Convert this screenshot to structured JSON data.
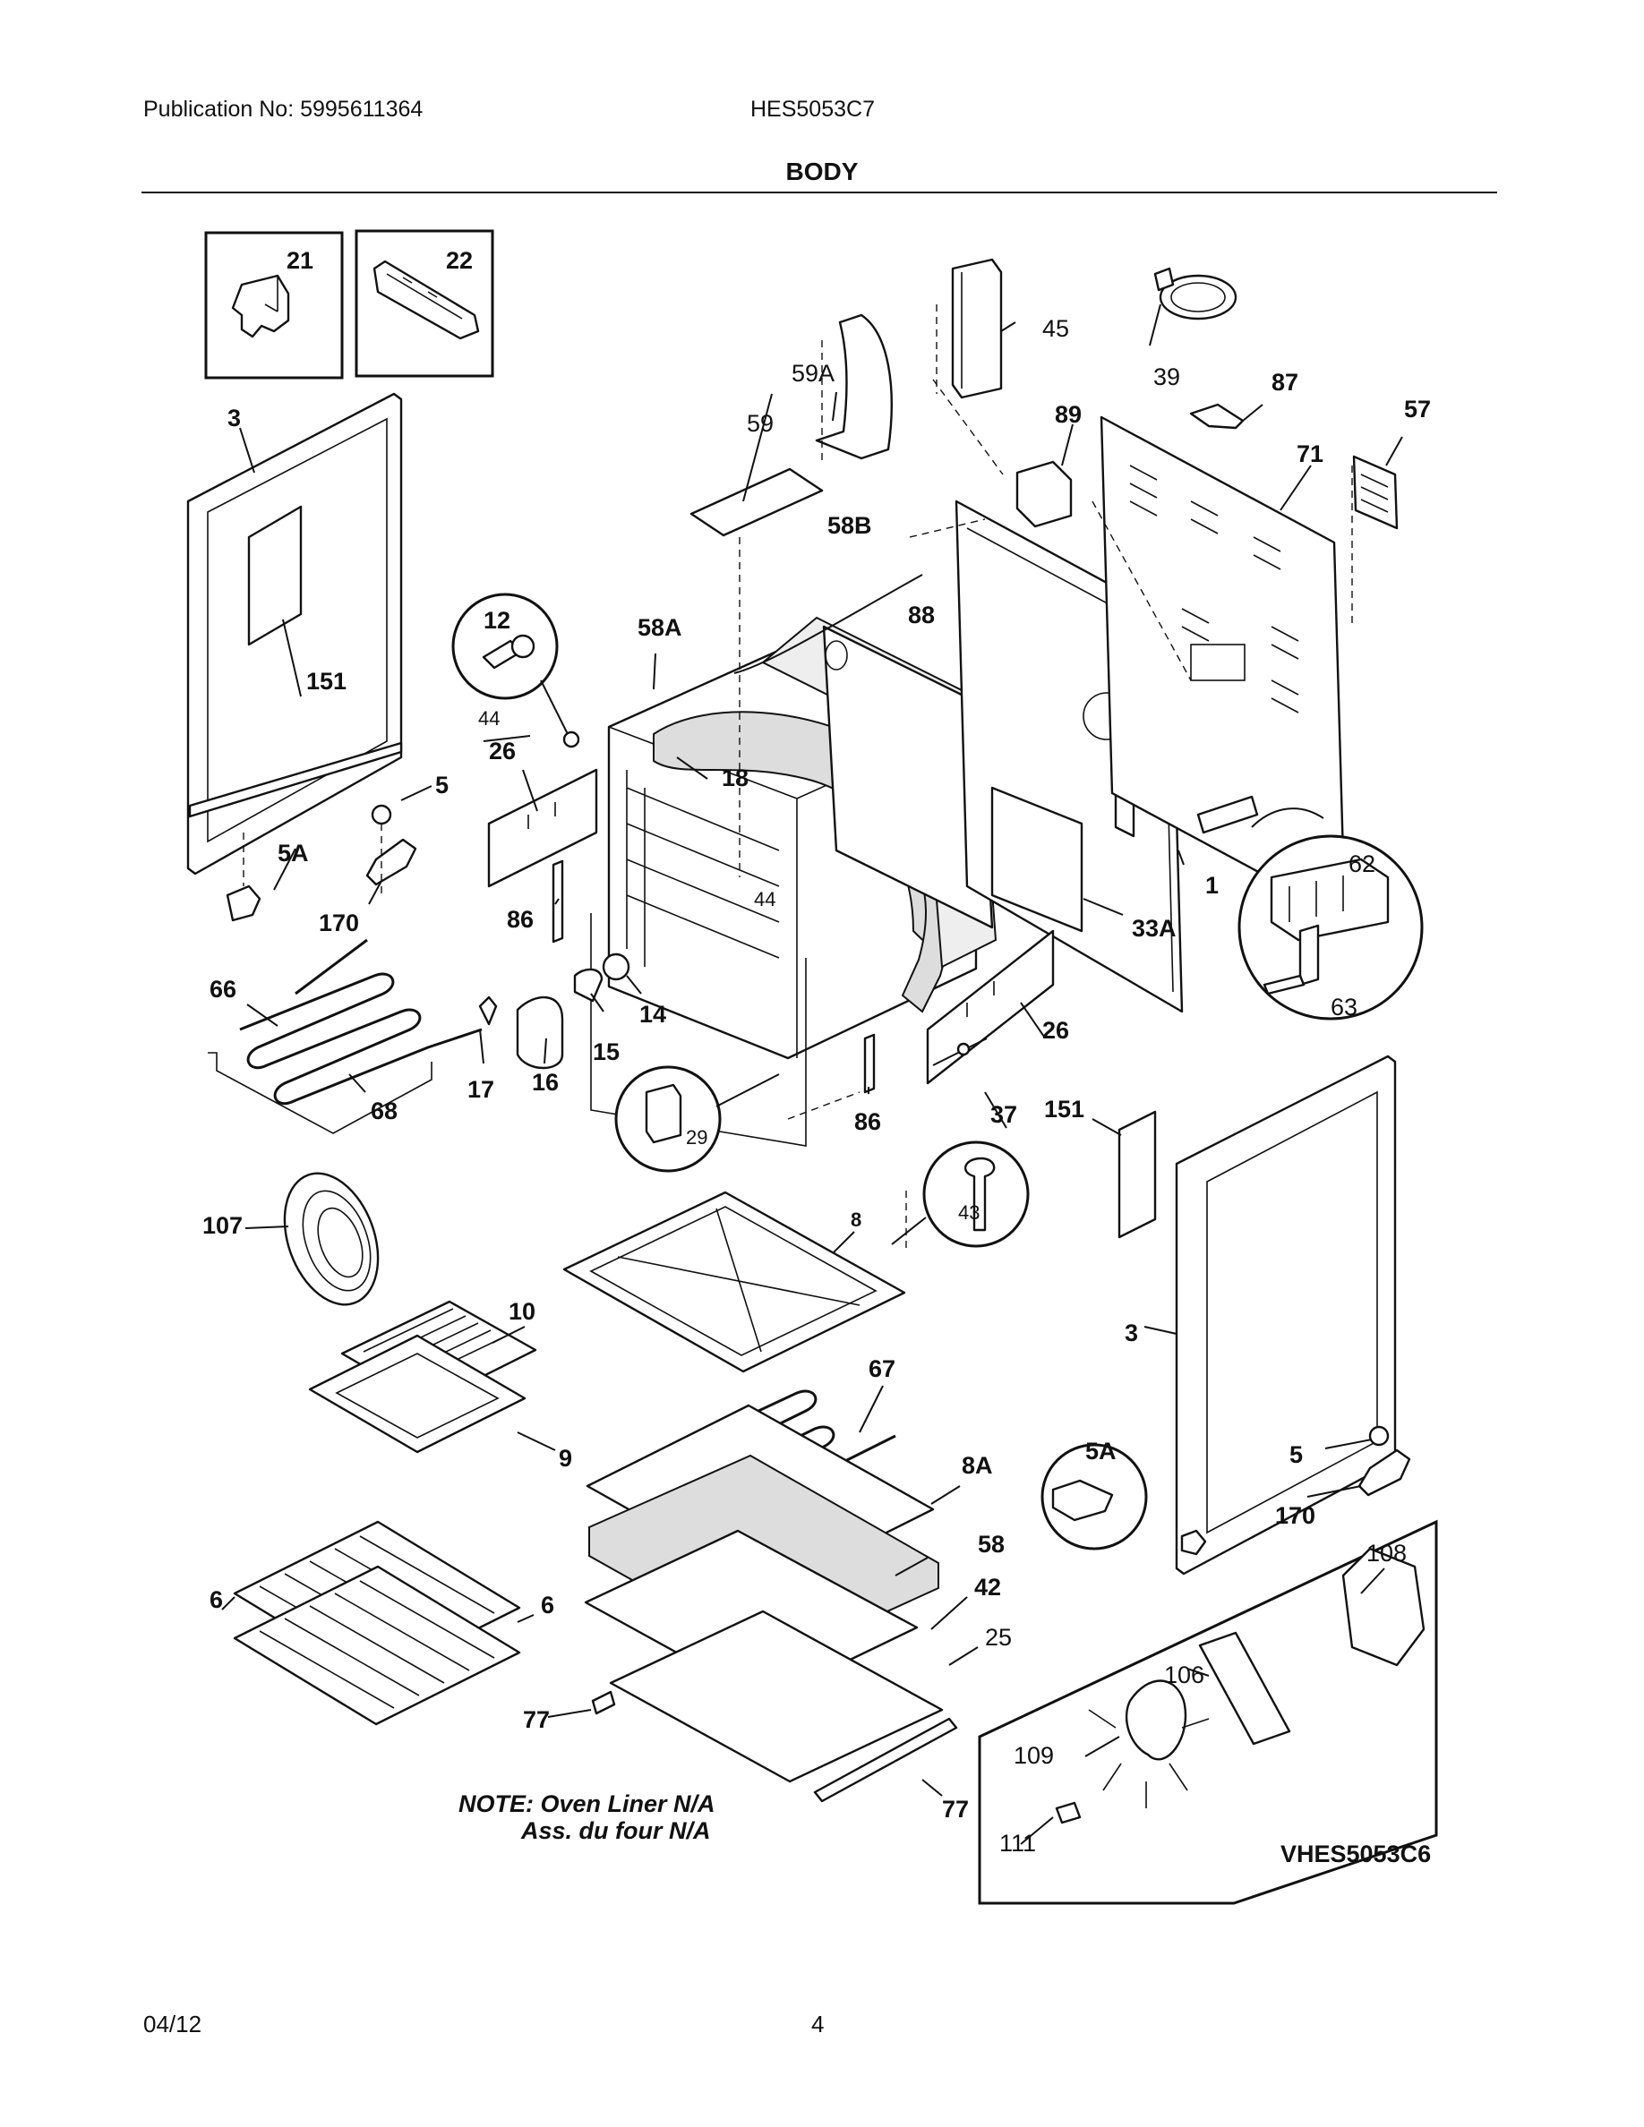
{
  "header": {
    "publication": "Publication No: 5995611364",
    "model": "HES5053C7",
    "section_title": "BODY"
  },
  "footer": {
    "date": "04/12",
    "page": "4"
  },
  "note": {
    "line1": "NOTE: Oven Liner N/A",
    "line2": "Ass. du four N/A"
  },
  "detail_box_code": "VHES5053C6",
  "callouts": [
    {
      "id": "c21",
      "text": "21"
    },
    {
      "id": "c22",
      "text": "22"
    },
    {
      "id": "c3a",
      "text": "3"
    },
    {
      "id": "c151a",
      "text": "151"
    },
    {
      "id": "c5a",
      "text": "5"
    },
    {
      "id": "c5Aa",
      "text": "5A"
    },
    {
      "id": "c170a",
      "text": "170"
    },
    {
      "id": "c12",
      "text": "12"
    },
    {
      "id": "c44a",
      "text": "44"
    },
    {
      "id": "c26a",
      "text": "26"
    },
    {
      "id": "c58A",
      "text": "58A"
    },
    {
      "id": "c18",
      "text": "18"
    },
    {
      "id": "c86a",
      "text": "86"
    },
    {
      "id": "c44b",
      "text": "44"
    },
    {
      "id": "c59",
      "text": "59"
    },
    {
      "id": "c59A",
      "text": "59A"
    },
    {
      "id": "c58B",
      "text": "58B"
    },
    {
      "id": "c88",
      "text": "88"
    },
    {
      "id": "c45",
      "text": "45"
    },
    {
      "id": "c39",
      "text": "39"
    },
    {
      "id": "c89",
      "text": "89"
    },
    {
      "id": "c87",
      "text": "87"
    },
    {
      "id": "c71",
      "text": "71"
    },
    {
      "id": "c57",
      "text": "57"
    },
    {
      "id": "c62",
      "text": "62"
    },
    {
      "id": "c63",
      "text": "63"
    },
    {
      "id": "c1",
      "text": "1"
    },
    {
      "id": "c33A",
      "text": "33A"
    },
    {
      "id": "c66",
      "text": "66"
    },
    {
      "id": "c68",
      "text": "68"
    },
    {
      "id": "c17",
      "text": "17"
    },
    {
      "id": "c16",
      "text": "16"
    },
    {
      "id": "c15",
      "text": "15"
    },
    {
      "id": "c14",
      "text": "14"
    },
    {
      "id": "c29",
      "text": "29"
    },
    {
      "id": "c86b",
      "text": "86"
    },
    {
      "id": "c26b",
      "text": "26"
    },
    {
      "id": "c37",
      "text": "37"
    },
    {
      "id": "c151b",
      "text": "151"
    },
    {
      "id": "c107",
      "text": "107"
    },
    {
      "id": "c43",
      "text": "43"
    },
    {
      "id": "c8",
      "text": "8"
    },
    {
      "id": "c10",
      "text": "10"
    },
    {
      "id": "c9",
      "text": "9"
    },
    {
      "id": "c67",
      "text": "67"
    },
    {
      "id": "c8A",
      "text": "8A"
    },
    {
      "id": "c3b",
      "text": "3"
    },
    {
      "id": "c5Ab",
      "text": "5A"
    },
    {
      "id": "c5b",
      "text": "5"
    },
    {
      "id": "c170b",
      "text": "170"
    },
    {
      "id": "c58",
      "text": "58"
    },
    {
      "id": "c42",
      "text": "42"
    },
    {
      "id": "c25",
      "text": "25"
    },
    {
      "id": "c6a",
      "text": "6"
    },
    {
      "id": "c6b",
      "text": "6"
    },
    {
      "id": "c77a",
      "text": "77"
    },
    {
      "id": "c77b",
      "text": "77"
    },
    {
      "id": "c108",
      "text": "108"
    },
    {
      "id": "c106",
      "text": "106"
    },
    {
      "id": "c109",
      "text": "109"
    },
    {
      "id": "c111",
      "text": "111"
    }
  ]
}
